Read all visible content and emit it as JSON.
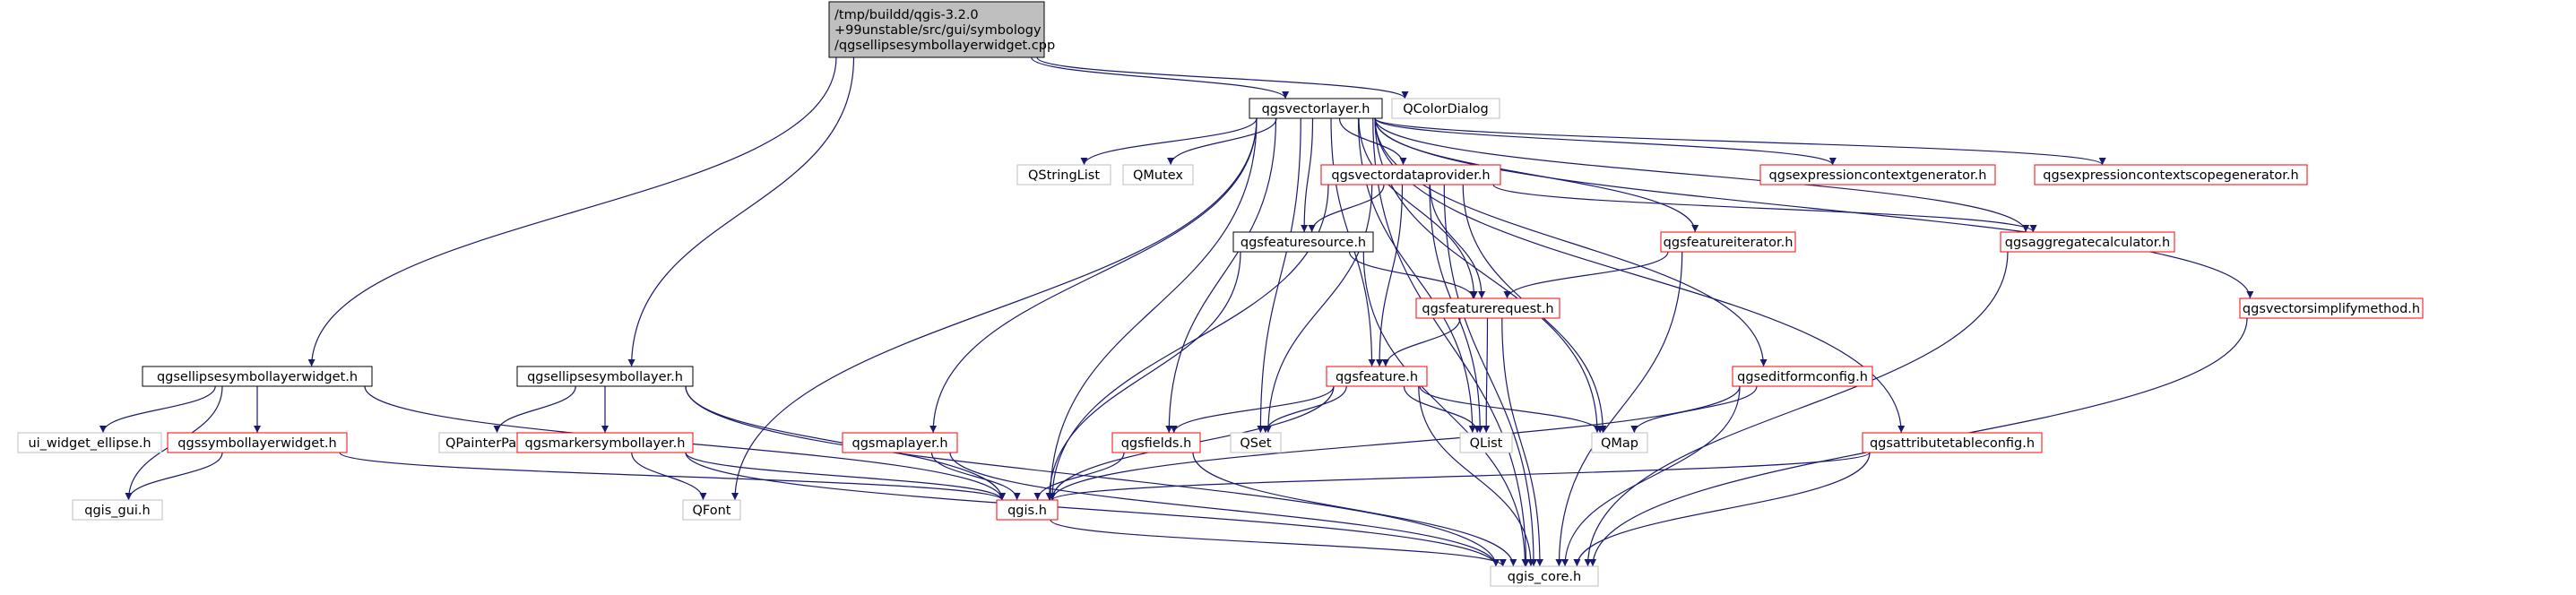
{
  "diagram": {
    "type": "include-dependency-graph",
    "colors": {
      "edge": "#191970",
      "node_fill": "#ffffff",
      "root_fill": "#bfbfbf",
      "border_documented": "#000000",
      "border_partial": "#ff0000",
      "border_external": "#bfbfbf",
      "label": "#000000"
    },
    "nodes": [
      {
        "id": "root",
        "lines": [
          "/tmp/buildd/qgis-3.2.0",
          "+99unstable/src/gui/symbology",
          "/qgsellipsesymbollayerwidget.cpp"
        ],
        "style": "root"
      },
      {
        "id": "qgsvectorlayer",
        "lines": [
          "qgsvectorlayer.h"
        ],
        "style": "documented"
      },
      {
        "id": "qcolordialog",
        "lines": [
          "QColorDialog"
        ],
        "style": "external"
      },
      {
        "id": "qgsellipsesymbollayerwidget",
        "lines": [
          "qgsellipsesymbollayerwidget.h"
        ],
        "style": "documented"
      },
      {
        "id": "qgsellipsesymbollayer",
        "lines": [
          "qgsellipsesymbollayer.h"
        ],
        "style": "documented"
      },
      {
        "id": "ui_widget_ellipse",
        "lines": [
          "ui_widget_ellipse.h"
        ],
        "style": "external"
      },
      {
        "id": "qgssymbollayerwidget",
        "lines": [
          "qgssymbollayerwidget.h"
        ],
        "style": "partial"
      },
      {
        "id": "qgis_gui",
        "lines": [
          "qgis_gui.h"
        ],
        "style": "external"
      },
      {
        "id": "qpainterpath",
        "lines": [
          "QPainterPath"
        ],
        "style": "external"
      },
      {
        "id": "qgsmarkersymbollayer",
        "lines": [
          "qgsmarkersymbollayer.h"
        ],
        "style": "partial"
      },
      {
        "id": "qfont",
        "lines": [
          "QFont"
        ],
        "style": "external"
      },
      {
        "id": "qgsmaplayer",
        "lines": [
          "qgsmaplayer.h"
        ],
        "style": "partial"
      },
      {
        "id": "qgis",
        "lines": [
          "qgis.h"
        ],
        "style": "partial"
      },
      {
        "id": "qgis_core",
        "lines": [
          "qgis_core.h"
        ],
        "style": "external"
      },
      {
        "id": "qstringlist",
        "lines": [
          "QStringList"
        ],
        "style": "external"
      },
      {
        "id": "qmutex",
        "lines": [
          "QMutex"
        ],
        "style": "external"
      },
      {
        "id": "qgsvectordataprovider",
        "lines": [
          "qgsvectordataprovider.h"
        ],
        "style": "partial"
      },
      {
        "id": "qgsexpressioncontextgenerator",
        "lines": [
          "qgsexpressioncontextgenerator.h"
        ],
        "style": "partial"
      },
      {
        "id": "qgsexpressioncontextscopegenerator",
        "lines": [
          "qgsexpressioncontextscopegenerator.h"
        ],
        "style": "partial"
      },
      {
        "id": "qgsfeaturesource",
        "lines": [
          "qgsfeaturesource.h"
        ],
        "style": "documented"
      },
      {
        "id": "qgsfeatureiterator",
        "lines": [
          "qgsfeatureiterator.h"
        ],
        "style": "partial"
      },
      {
        "id": "qgsaggregatecalculator",
        "lines": [
          "qgsaggregatecalculator.h"
        ],
        "style": "partial"
      },
      {
        "id": "qgsvectorsimplifymethod",
        "lines": [
          "qgsvectorsimplifymethod.h"
        ],
        "style": "partial"
      },
      {
        "id": "qgsfeaturerequest",
        "lines": [
          "qgsfeaturerequest.h"
        ],
        "style": "partial"
      },
      {
        "id": "qgsfeature",
        "lines": [
          "qgsfeature.h"
        ],
        "style": "partial"
      },
      {
        "id": "qgseditformconfig",
        "lines": [
          "qgseditformconfig.h"
        ],
        "style": "partial"
      },
      {
        "id": "qgsfields",
        "lines": [
          "qgsfields.h"
        ],
        "style": "partial"
      },
      {
        "id": "qset",
        "lines": [
          "QSet"
        ],
        "style": "external"
      },
      {
        "id": "qlist",
        "lines": [
          "QList"
        ],
        "style": "external"
      },
      {
        "id": "qmap",
        "lines": [
          "QMap"
        ],
        "style": "external"
      },
      {
        "id": "qgsattributetableconfig",
        "lines": [
          "qgsattributetableconfig.h"
        ],
        "style": "partial"
      }
    ],
    "edges": [
      [
        "root",
        "qgsvectorlayer"
      ],
      [
        "root",
        "qcolordialog"
      ],
      [
        "root",
        "qgsellipsesymbollayerwidget"
      ],
      [
        "root",
        "qgsellipsesymbollayer"
      ],
      [
        "qgsellipsesymbollayerwidget",
        "ui_widget_ellipse"
      ],
      [
        "qgsellipsesymbollayerwidget",
        "qgssymbollayerwidget"
      ],
      [
        "qgsellipsesymbollayerwidget",
        "qgis_gui"
      ],
      [
        "qgsellipsesymbollayerwidget",
        "qgis"
      ],
      [
        "qgssymbollayerwidget",
        "qgis_gui"
      ],
      [
        "qgssymbollayerwidget",
        "qgis"
      ],
      [
        "qgsellipsesymbollayer",
        "qpainterpath"
      ],
      [
        "qgsellipsesymbollayer",
        "qgsmarkersymbollayer"
      ],
      [
        "qgsellipsesymbollayer",
        "qgis"
      ],
      [
        "qgsellipsesymbollayer",
        "qgis_core"
      ],
      [
        "qgsmarkersymbollayer",
        "qfont"
      ],
      [
        "qgsmarkersymbollayer",
        "qgis"
      ],
      [
        "qgsmarkersymbollayer",
        "qgis_core"
      ],
      [
        "qgsvectorlayer",
        "qstringlist"
      ],
      [
        "qgsvectorlayer",
        "qmutex"
      ],
      [
        "qgsvectorlayer",
        "qgsvectordataprovider"
      ],
      [
        "qgsvectorlayer",
        "qgsexpressioncontextgenerator"
      ],
      [
        "qgsvectorlayer",
        "qgsexpressioncontextscopegenerator"
      ],
      [
        "qgsvectorlayer",
        "qgsfeaturesource"
      ],
      [
        "qgsvectorlayer",
        "qgsfeatureiterator"
      ],
      [
        "qgsvectorlayer",
        "qgsaggregatecalculator"
      ],
      [
        "qgsvectorlayer",
        "qgsvectorsimplifymethod"
      ],
      [
        "qgsvectorlayer",
        "qgsfeaturerequest"
      ],
      [
        "qgsvectorlayer",
        "qgsfeature"
      ],
      [
        "qgsvectorlayer",
        "qgseditformconfig"
      ],
      [
        "qgsvectorlayer",
        "qgsattributetableconfig"
      ],
      [
        "qgsvectorlayer",
        "qgsmaplayer"
      ],
      [
        "qgsvectorlayer",
        "qfont"
      ],
      [
        "qgsvectorlayer",
        "qgis"
      ],
      [
        "qgsvectorlayer",
        "qgsfields"
      ],
      [
        "qgsvectorlayer",
        "qset"
      ],
      [
        "qgsvectorlayer",
        "qlist"
      ],
      [
        "qgsvectorlayer",
        "qmap"
      ],
      [
        "qgsvectorlayer",
        "qgis_core"
      ],
      [
        "qgsvectordataprovider",
        "qgsfeaturesource"
      ],
      [
        "qgsvectordataprovider",
        "qgsaggregatecalculator"
      ],
      [
        "qgsvectordataprovider",
        "qgsfeaturerequest"
      ],
      [
        "qgsvectordataprovider",
        "qgsfeature"
      ],
      [
        "qgsvectordataprovider",
        "qgis"
      ],
      [
        "qgsvectordataprovider",
        "qset"
      ],
      [
        "qgsvectordataprovider",
        "qlist"
      ],
      [
        "qgsvectordataprovider",
        "qmap"
      ],
      [
        "qgsvectordataprovider",
        "qgis_core"
      ],
      [
        "qgsfeaturesource",
        "qgsfeaturerequest"
      ],
      [
        "qgsfeaturesource",
        "qgis"
      ],
      [
        "qgsfeaturesource",
        "qgis_core"
      ],
      [
        "qgsfeatureiterator",
        "qgsfeaturerequest"
      ],
      [
        "qgsfeatureiterator",
        "qgis_core"
      ],
      [
        "qgsaggregatecalculator",
        "qgis_core"
      ],
      [
        "qgsvectorsimplifymethod",
        "qgis_core"
      ],
      [
        "qgsfeaturerequest",
        "qgsfeature"
      ],
      [
        "qgsfeaturerequest",
        "qlist"
      ],
      [
        "qgsfeaturerequest",
        "qgis_core"
      ],
      [
        "qgsfeature",
        "qgsfields"
      ],
      [
        "qgsfeature",
        "qset"
      ],
      [
        "qgsfeature",
        "qlist"
      ],
      [
        "qgsfeature",
        "qmap"
      ],
      [
        "qgsfeature",
        "qgis"
      ],
      [
        "qgsfeature",
        "qgis_core"
      ],
      [
        "qgsfields",
        "qgis"
      ],
      [
        "qgsfields",
        "qgis_core"
      ],
      [
        "qgseditformconfig",
        "qmap"
      ],
      [
        "qgseditformconfig",
        "qgis"
      ],
      [
        "qgseditformconfig",
        "qgis_core"
      ],
      [
        "qgsattributetableconfig",
        "qgis"
      ],
      [
        "qgsattributetableconfig",
        "qgis_core"
      ],
      [
        "qgsmaplayer",
        "qgis"
      ],
      [
        "qgsmaplayer",
        "qgis_core"
      ],
      [
        "qgis",
        "qgis_core"
      ]
    ]
  }
}
